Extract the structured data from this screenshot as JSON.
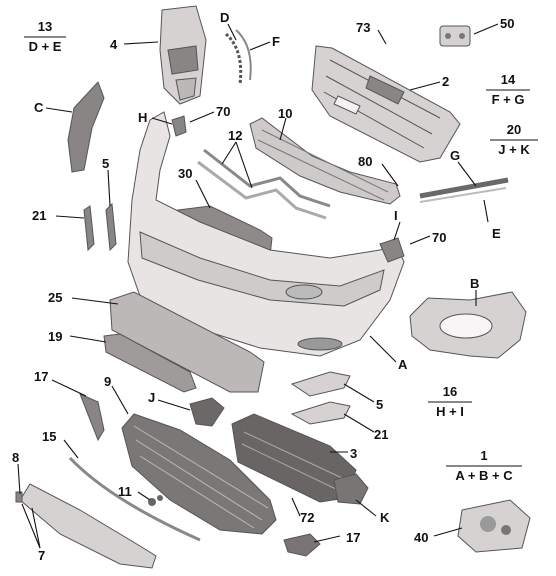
{
  "labels": {
    "l13": "13",
    "l13_sub": "D + E",
    "l4": "4",
    "lD": "D",
    "lF": "F",
    "l73": "73",
    "l50": "50",
    "l14": "14",
    "l14_sub": "F + G",
    "l2": "2",
    "l20": "20",
    "l20_sub": "J + K",
    "lC": "C",
    "lH": "H",
    "l70a": "70",
    "l10": "10",
    "l12": "12",
    "l80": "80",
    "lG": "G",
    "l5a": "5",
    "l30": "30",
    "l21a": "21",
    "lI": "I",
    "l70b": "70",
    "lE": "E",
    "lB": "B",
    "l25": "25",
    "l19": "19",
    "lA": "A",
    "l17a": "17",
    "l9": "9",
    "lJ": "J",
    "l5b": "5",
    "l16": "16",
    "l16_sub": "H + I",
    "l21b": "21",
    "l15": "15",
    "l3": "3",
    "l1": "1",
    "l1_sub": "A + B + C",
    "l8": "8",
    "l11": "11",
    "l72": "72",
    "lK": "K",
    "l7": "7",
    "l17b": "17",
    "l40": "40"
  },
  "colors": {
    "part_fill": "#e9e4e4",
    "part_dark": "#8a8585",
    "part_stroke": "#555555",
    "label_color": "#111111"
  }
}
